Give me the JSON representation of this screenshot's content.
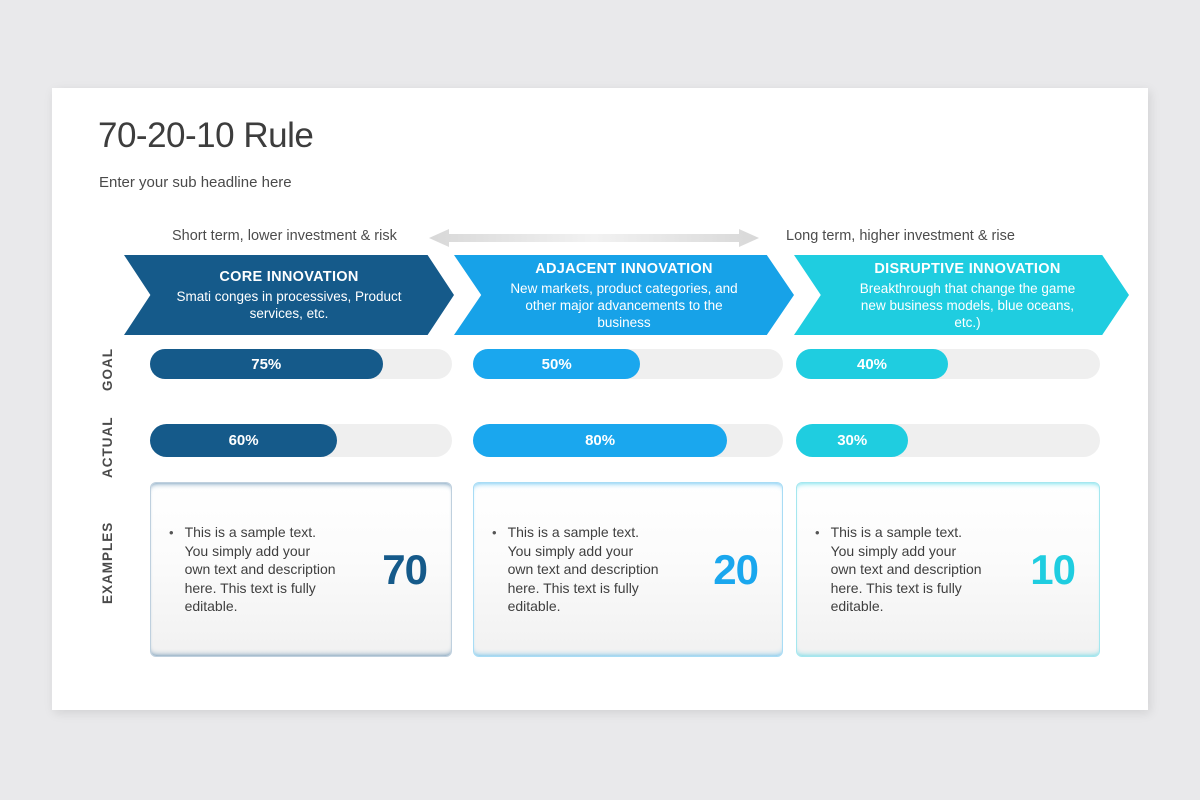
{
  "slide": {
    "title": "70-20-10 Rule",
    "subtitle": "Enter your sub headline here"
  },
  "scale": {
    "left_caption": "Short term, lower investment & risk",
    "right_caption": "Long term, higher investment & rise",
    "arrow_icon": "double-headed-arrow-icon"
  },
  "colors": {
    "dark_blue": "#155a8a",
    "mid_blue": "#17a2e8",
    "cyan": "#1fcde0",
    "track_gray": "#efefef",
    "canvas": "#e9e9eb"
  },
  "columns": [
    {
      "chevron_title": "CORE INNOVATION",
      "chevron_desc": "Smati conges in processives, Product services, etc.",
      "goal": "75%",
      "actual": "60%",
      "example_text": "This is a sample text. You simply add your own text and description here. This text is fully editable.",
      "number": "70"
    },
    {
      "chevron_title": "ADJACENT INNOVATION",
      "chevron_desc": "New markets, product categories, and other major advancements to the business",
      "goal": "50%",
      "actual": "80%",
      "example_text": "This is a sample text. You simply add your own text and description here. This text is fully editable.",
      "number": "20"
    },
    {
      "chevron_title": "DISRUPTIVE INNOVATION",
      "chevron_desc": "Breakthrough that change the game new business models, blue oceans, etc.)",
      "goal": "40%",
      "actual": "30%",
      "example_text": "This is a sample text. You simply add your own text and description here. This text is fully editable.",
      "number": "10"
    }
  ],
  "row_labels": {
    "goal": "GOAL",
    "actual": "ACTUAL",
    "examples": "EXAMPLES"
  },
  "bullet_glyph": "•",
  "chart_data": {
    "type": "bar",
    "title": "70-20-10 Rule",
    "categories": [
      "CORE INNOVATION",
      "ADJACENT INNOVATION",
      "DISRUPTIVE INNOVATION"
    ],
    "series": [
      {
        "name": "GOAL",
        "values": [
          75,
          50,
          40
        ]
      },
      {
        "name": "ACTUAL",
        "values": [
          60,
          80,
          30
        ]
      }
    ],
    "allocation": {
      "labels": [
        "70",
        "20",
        "10"
      ],
      "values": [
        70,
        20,
        10
      ]
    },
    "xlabel": "",
    "ylabel": "",
    "ylim": [
      0,
      100
    ],
    "grid": false,
    "legend": "left-vertical-labels"
  }
}
